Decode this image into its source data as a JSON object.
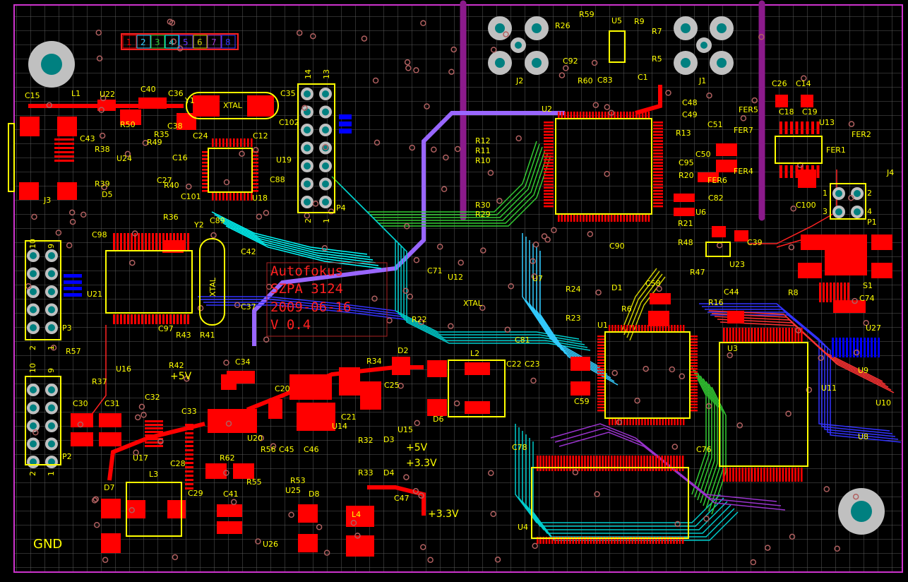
{
  "colors": {
    "background": "#000000",
    "grid": "#5a5a5a",
    "board_outline": "#cc33cc",
    "copper_top": "#ff0000",
    "copper_bottom": "#0000ff",
    "silkscreen": "#ffff00",
    "via_ring": "#808080",
    "via_hole": "#008080"
  },
  "layer_legend": [
    "1",
    "2",
    "3",
    "4",
    "5",
    "6",
    "7",
    "8"
  ],
  "layer_colors": [
    "#ff0000",
    "#33ccff",
    "#33cc33",
    "#00ffff",
    "#6633ff",
    "#cccc00",
    "#9933cc",
    "#3333ff"
  ],
  "silk_text": {
    "line1": "Autofokus",
    "line2": "SZPA  3124",
    "line3": "2009-06-16",
    "line4": "V 0.4"
  },
  "ground_label": "GND",
  "xtal1": "XTAL",
  "xtal2": "XTAL",
  "xtal3": "XTAL",
  "power_labels": {
    "p5v_a": "+5V",
    "p5v_b": "+5V",
    "p33_a": "+3.3V",
    "p33_b": "+3.3V"
  },
  "header_pins": {
    "h14": "14",
    "h13": "13",
    "h2": "2",
    "h1": "1",
    "p3_10": "10",
    "p3_9": "9",
    "p3_2": "2",
    "p3_1": "1",
    "p2_10": "10",
    "p2_9": "9",
    "p2_2": "2",
    "p2_1": "1",
    "p1_1": "1",
    "p1_2": "2",
    "p1_3": "3",
    "p1_4": "4"
  },
  "designators": {
    "J1": "J1",
    "J2": "J2",
    "J3": "J3",
    "J4": "J4",
    "U1": "U1",
    "U2": "U2",
    "U3": "U3",
    "U4": "U4",
    "U5": "U5",
    "U6": "U6",
    "U7": "U7",
    "U8": "U8",
    "U9": "U9",
    "U10": "U10",
    "U11": "U11",
    "U12": "U12",
    "U13": "U13",
    "U14": "U14",
    "U15": "U15",
    "U16": "U16",
    "U17": "U17",
    "U18": "U18",
    "U19": "U19",
    "U20": "U20",
    "U21": "U21",
    "U22": "U22",
    "U23": "U23",
    "U24": "U24",
    "U25": "U25",
    "U26": "U26",
    "U27": "U27",
    "P1": "P1",
    "P2": "P2",
    "P3": "P3",
    "P4": "P4",
    "L1": "L1",
    "L2": "L2",
    "L3": "L3",
    "L4": "L4",
    "Y1": "Y1",
    "Y2": "Y2",
    "S1": "S1",
    "D1": "D1",
    "D2": "D2",
    "D3": "D3",
    "D4": "D4",
    "D5": "D5",
    "D6": "D6",
    "D7": "D7",
    "D8": "D8",
    "FER1": "FER1",
    "FER2": "FER2",
    "FER4": "FER4",
    "FER5": "FER5",
    "FER6": "FER6",
    "FER7": "FER7",
    "C1": "C1",
    "C12": "C12",
    "C14": "C14",
    "C15": "C15",
    "C16": "C16",
    "C18": "C18",
    "C19": "C19",
    "C20": "C20",
    "C21": "C21",
    "C22": "C22",
    "C23": "C23",
    "C24": "C24",
    "C25": "C25",
    "C26": "C26",
    "C27": "C27",
    "C28": "C28",
    "C29": "C29",
    "C30": "C30",
    "C31": "C31",
    "C32": "C32",
    "C33": "C33",
    "C34": "C34",
    "C35": "C35",
    "C36": "C36",
    "C37": "C37",
    "C38": "C38",
    "C39": "C39",
    "C40": "C40",
    "C41": "C41",
    "C42": "C42",
    "C43": "C43",
    "C44": "C44",
    "C45": "C45",
    "C46": "C46",
    "C47": "C47",
    "C48": "C48",
    "C49": "C49",
    "C50": "C50",
    "C51": "C51",
    "C58": "C58",
    "C59": "C59",
    "C71": "C71",
    "C74": "C74",
    "C76": "C76",
    "C78": "C78",
    "C81": "C81",
    "C82": "C82",
    "C83": "C83",
    "C88": "C88",
    "C89": "C89",
    "C90": "C90",
    "C92": "C92",
    "C95": "C95",
    "C97": "C97",
    "C98": "C98",
    "C100": "C100",
    "C101": "C101",
    "C102": "C102",
    "R5": "R5",
    "R6": "R6",
    "R7": "R7",
    "R8": "R8",
    "R9": "R9",
    "R10": "R10",
    "R11": "R11",
    "R12": "R12",
    "R13": "R13",
    "R16": "R16",
    "R20": "R20",
    "R21": "R21",
    "R22": "R22",
    "R23": "R23",
    "R24": "R24",
    "R26": "R26",
    "R29": "R29",
    "R30": "R30",
    "R32": "R32",
    "R33": "R33",
    "R34": "R34",
    "R35": "R35",
    "R36": "R36",
    "R37": "R37",
    "R38": "R38",
    "R39": "R39",
    "R40": "R40",
    "R41": "R41",
    "R42": "R42",
    "R43": "R43",
    "R47": "R47",
    "R48": "R48",
    "R49": "R49",
    "R50": "R50",
    "R53": "R53",
    "R55": "R55",
    "R56": "R56",
    "R57": "R57",
    "R59": "R59",
    "R60": "R60",
    "R62": "R62"
  }
}
